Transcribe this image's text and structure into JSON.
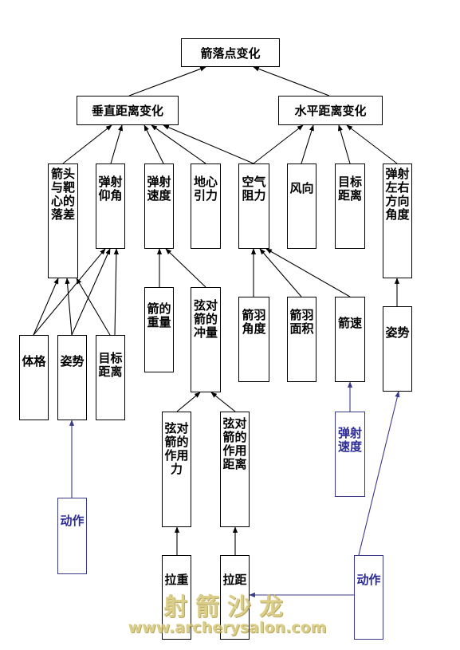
{
  "diagram": {
    "root": "箭落点变化",
    "left_parent": "垂直距离变化",
    "right_parent": "水平距离变化",
    "nodes": {
      "arrowhead_target_drop": "箭头与靶心的落差",
      "launch_angle": "弹射仰角",
      "launch_speed": "弹射速度",
      "gravity": "地心引力",
      "air_resistance": "空气阻力",
      "wind_direction": "风向",
      "target_distance": "目标距离",
      "lateral_angle": "弹射左右方向角度",
      "arrow_weight": "箭的重量",
      "string_impulse": "弦对箭的冲量",
      "fletch_angle": "箭羽角度",
      "fletch_area": "箭羽面积",
      "arrow_speed": "箭速",
      "posture_right": "姿势",
      "physique": "体格",
      "posture_left": "姿势",
      "target_distance_2": "目标距离",
      "string_force": "弦对箭的作用力",
      "string_distance": "弦对箭的作用距离",
      "launch_speed_blue": "弹射速度",
      "action_left": "动作",
      "pull_weight": "拉重",
      "pull_distance": "拉距",
      "action_right": "动作"
    }
  },
  "watermark": {
    "title": "射箭沙龙",
    "url": "www.archerysalon.com"
  },
  "colors": {
    "line": "#000000",
    "blue_line": "#3a3a8a",
    "blue_text": "#2a2a9a",
    "watermark": "#d4c470"
  }
}
